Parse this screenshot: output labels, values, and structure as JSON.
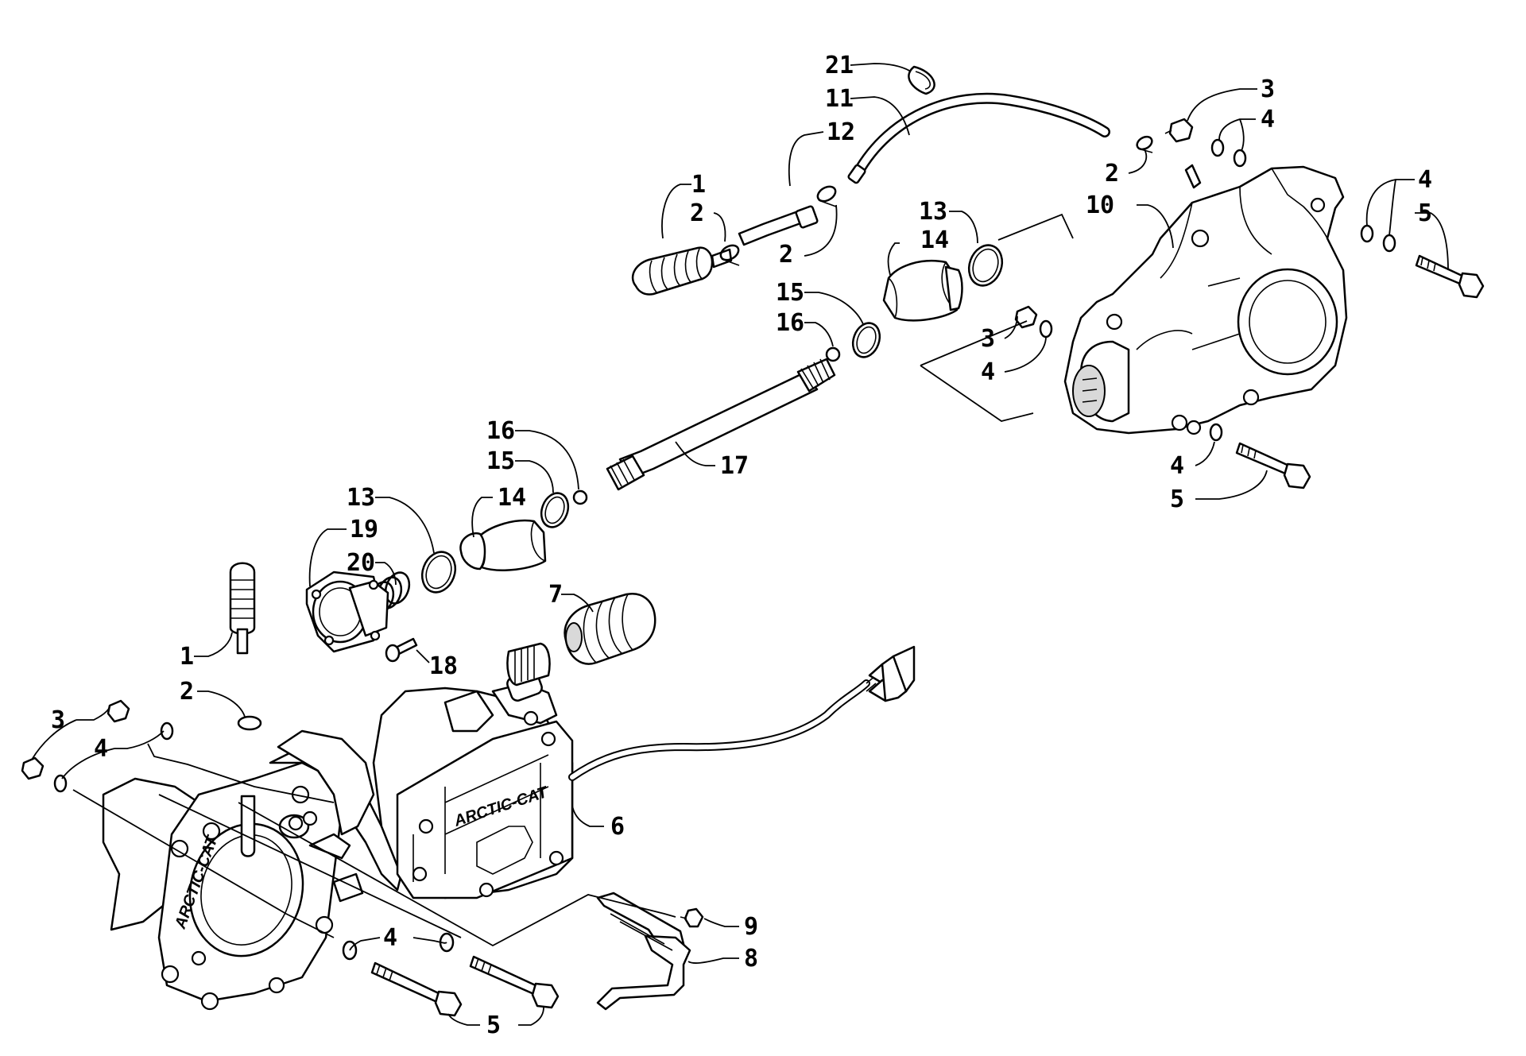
{
  "diagram": {
    "callouts": {
      "c21": "21",
      "c11": "11",
      "c12": "12",
      "c1a": "1",
      "c2a": "2",
      "c2b": "2",
      "c3a": "3",
      "c4a": "4",
      "c2c": "2",
      "c10": "10",
      "c4b": "4",
      "c5a": "5",
      "c13a": "13",
      "c14a": "14",
      "c15a": "15",
      "c16a": "16",
      "c3b": "3",
      "c4c": "4",
      "c16b": "16",
      "c15b": "15",
      "c17": "17",
      "c13b": "13",
      "c14b": "14",
      "c19": "19",
      "c20": "20",
      "c4d": "4",
      "c5b": "5",
      "c7": "7",
      "c18": "18",
      "c1b": "1",
      "c2d": "2",
      "c3c": "3",
      "c4e": "4",
      "c6": "6",
      "c9": "9",
      "c4f": "4",
      "c8": "8",
      "c5c": "5"
    },
    "markings": {
      "cover_logo": "ARCTIC-CAT",
      "housing_logo": "ARCTIC-CAT"
    }
  }
}
